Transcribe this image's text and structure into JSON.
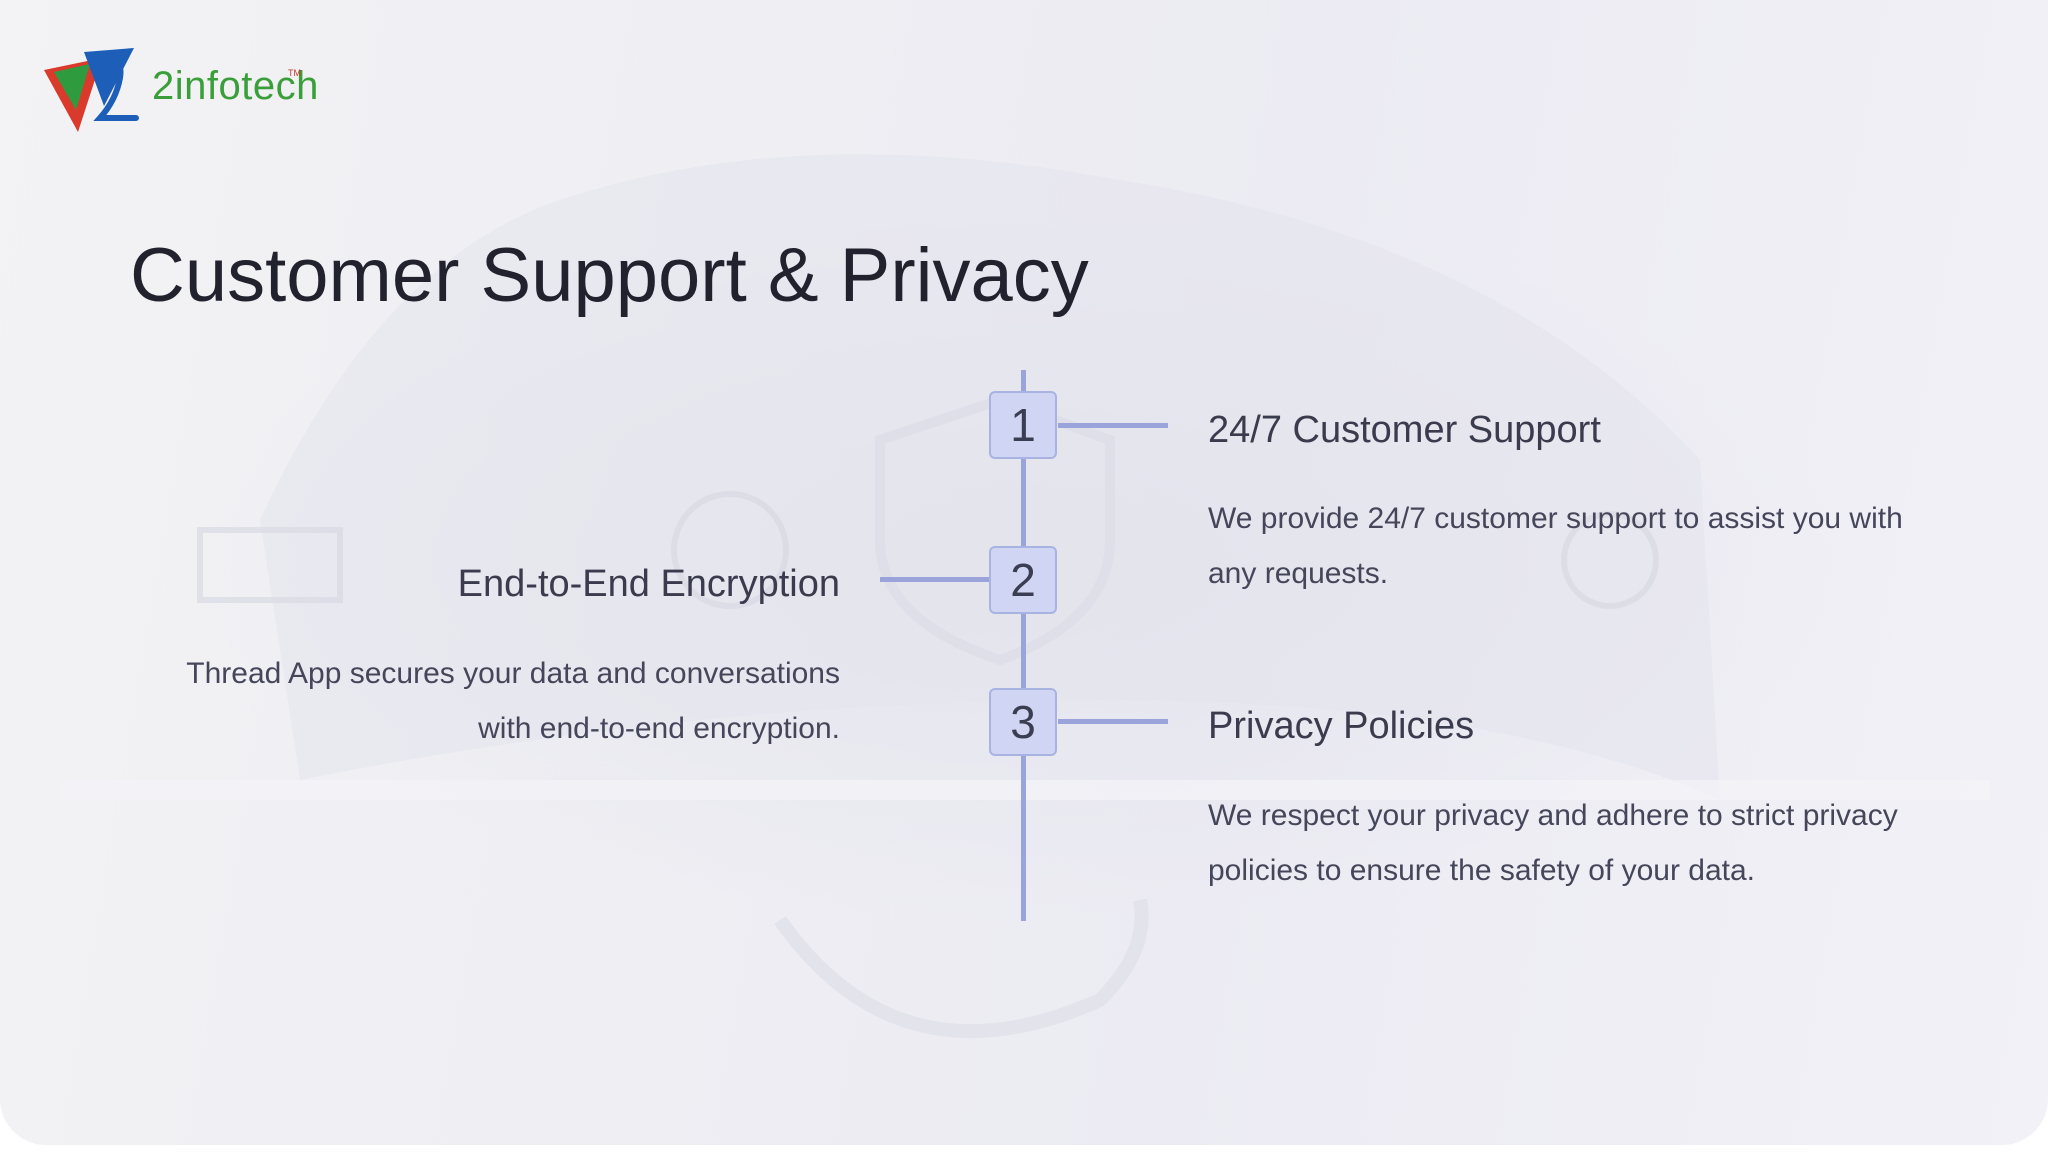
{
  "brand": {
    "logo_text": "2infotech",
    "logo_tm": "TM"
  },
  "title": "Customer Support & Privacy",
  "steps": [
    {
      "number": "1",
      "heading": "24/7 Customer Support",
      "description": "We provide 24/7 customer support to assist you with any requests."
    },
    {
      "number": "2",
      "heading": "End-to-End Encryption",
      "description": "Thread App secures your data and conversations with end-to-end encryption."
    },
    {
      "number": "3",
      "heading": "Privacy Policies",
      "description": "We respect your privacy and adhere to strict privacy policies to ensure the safety of your data."
    }
  ],
  "colors": {
    "timeline": "#9aa3da",
    "step_fill": "#cfd5f2",
    "title_text": "#22222e"
  },
  "icons": [
    "v2-logo-icon",
    "background-security-illustration"
  ]
}
